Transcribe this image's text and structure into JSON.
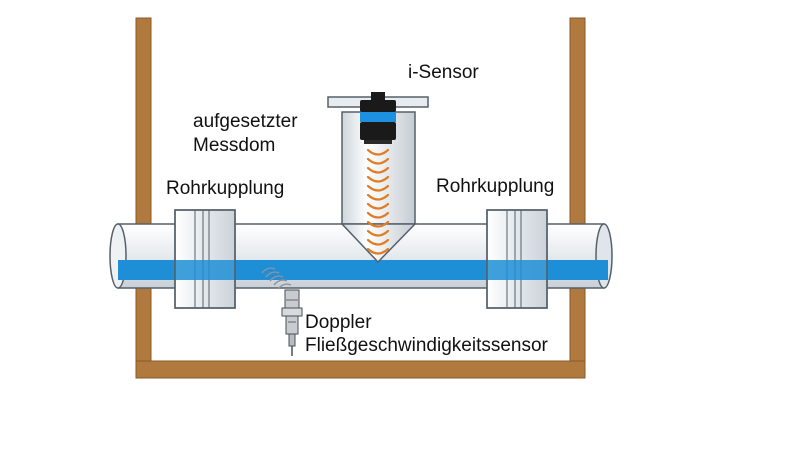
{
  "labels": {
    "sensor": "i-Sensor",
    "dome_line1": "aufgesetzter",
    "dome_line2": "Messdom",
    "coupling_left": "Rohrkupplung",
    "coupling_right": "Rohrkupplung",
    "doppler_line1": "Doppler",
    "doppler_line2": "Fließgeschwindigkeitssensor"
  },
  "colors": {
    "shaft_wall": "#b07a3e",
    "shaft_wall_edge": "#8a5a28",
    "pipe_body": "#e4e9ee",
    "pipe_outline": "#55606a",
    "water": "#1e8fd6",
    "sensor_body": "#1a1a1a",
    "sensor_band": "#1e90e0",
    "signal_wave": "#e07c26",
    "doppler_wave": "#8c9399",
    "probe": "#c8ccd0"
  },
  "icons": {
    "sensor": "ultrasonic-level-sensor-icon",
    "doppler": "doppler-probe-icon"
  }
}
